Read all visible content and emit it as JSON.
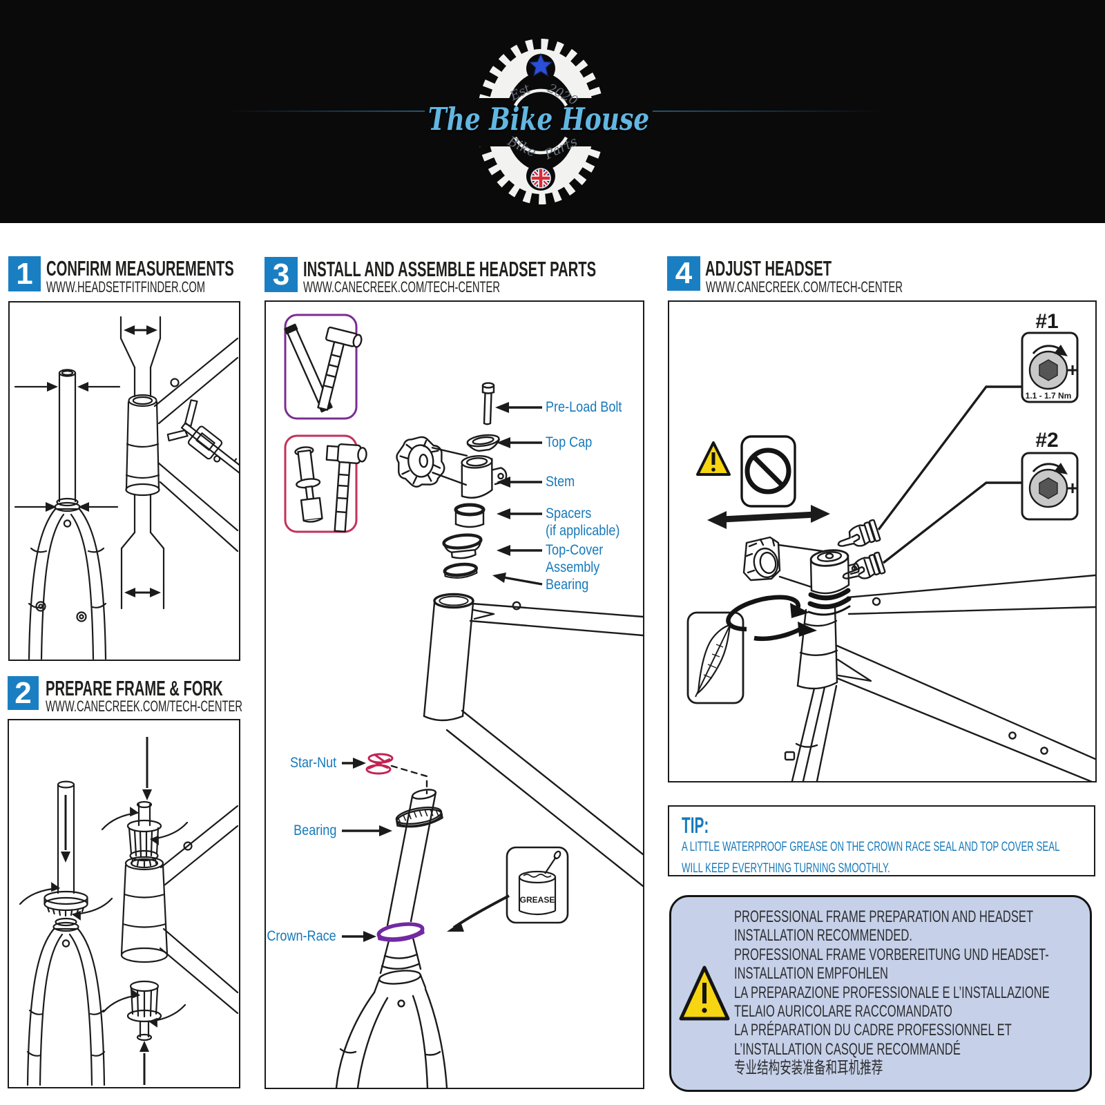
{
  "banner": {
    "brand_script": "The Bike House",
    "gear_text": {
      "est": "Est",
      "year": "2020",
      "bike": "Bike",
      "parts": "Parts"
    },
    "colors": {
      "background": "#0a0a0b",
      "script_blue": "#62b7e2",
      "gear_white": "#f2f2f0",
      "star_blue": "#2b4fd6"
    }
  },
  "panels": {
    "p1": {
      "num": "1",
      "title": "CONFIRM MEASUREMENTS",
      "url": "WWW.HEADSETFITFINDER.COM"
    },
    "p2": {
      "num": "2",
      "title": "PREPARE FRAME & FORK",
      "url": "WWW.CANECREEK.COM/TECH-CENTER"
    },
    "p3": {
      "num": "3",
      "title": "INSTALL AND ASSEMBLE HEADSET PARTS",
      "url": "WWW.CANECREEK.COM/TECH-CENTER",
      "labels": {
        "preload": "Pre-Load Bolt",
        "topcap": "Top Cap",
        "stem": "Stem",
        "spacers": "Spacers",
        "spacers_note": "(if applicable)",
        "topcover": "Top-Cover",
        "assembly": "Assembly",
        "bearing_upper": "Bearing",
        "starnut": "Star-Nut",
        "bearing_lower": "Bearing",
        "crownrace": "Crown-Race",
        "grease": "GREASE"
      }
    },
    "p4": {
      "num": "4",
      "title": "ADJUST HEADSET",
      "url": "WWW.CANECREEK.COM/TECH-CENTER",
      "step1": "#1",
      "step2": "#2",
      "torque": "1.1 - 1.7 Nm",
      "plus1": "+",
      "plus2": "+"
    }
  },
  "tip": {
    "heading": "TIP:",
    "line1": "A LITTLE WATERPROOF GREASE ON THE CROWN RACE SEAL AND TOP COVER SEAL",
    "line2": "WILL KEEP EVERYTHING TURNING SMOOTHLY."
  },
  "notice": {
    "lines": [
      "PROFESSIONAL FRAME PREPARATION AND HEADSET",
      "INSTALLATION RECOMMENDED.",
      "PROFESSIONAL FRAME VORBEREITUNG UND HEADSET-",
      "INSTALLATION EMPFOHLEN",
      "LA PREPARAZIONE PROFESSIONALE E L’INSTALLAZIONE",
      "TELAIO AURICOLARE RACCOMANDATO",
      "LA PRÉPARATION DU CADRE PROFESSIONNEL ET",
      "L’INSTALLATION CASQUE RECOMMANDÉ",
      "专业结构安装准备和耳机推荐"
    ]
  },
  "colors": {
    "step_blue": "#1a7fc2",
    "label_blue": "#1679ba",
    "purple": "#7b2d92",
    "crimson": "#c23258",
    "crownrace_purple": "#7229a2",
    "starnut_red": "#c42152",
    "warning_yellow": "#f7d512",
    "notice_fill": "#c6d1e9",
    "ink": "#1b1b1b"
  }
}
